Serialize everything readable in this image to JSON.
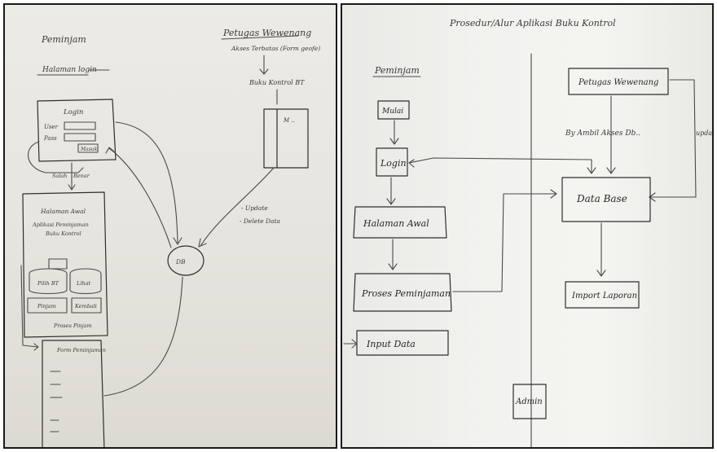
{
  "left_sketch": {
    "peminjam": "Peminjam",
    "halaman_login": "Halaman login",
    "petugas_wewenang": "Petugas Wewenang",
    "akses_terbatas": "Akses Terbatas (Form geofe)",
    "buku_kontrol": "Buku Kontrol BT",
    "login": "Login",
    "user": "User",
    "pass": "Pass",
    "masuk": "Masuk",
    "salah": "Salah",
    "benar": "Benar",
    "halaman_awal": "Halaman Awal",
    "aplikasi_peminjaman": "Aplikasi Peminjaman",
    "buku_kontrol_short": "Buku Kontrol",
    "pilih_bt": "Pilih BT",
    "lihat": "Lihat",
    "pinjam": "Pinjam",
    "kembali": "Kembali",
    "proses_pinjam": "Proses Pinjam",
    "form_peminjaman": "Form Peminjaman",
    "db": "DB",
    "update": "- Update",
    "delete_data": "- Delete Data"
  },
  "right_sketch": {
    "title": "Prosedur/Alur Aplikasi Buku Kontrol",
    "peminjam": "Peminjam",
    "mulai": "Mulai",
    "login": "Login",
    "halaman_awal": "Halaman Awal",
    "proses_peminjaman": "Proses Peminjaman",
    "input_data": "Input Data",
    "petugas_wewenang": "Petugas Wewenang",
    "akses_db": "By Ambil Akses Db..",
    "update_data": "update Data",
    "database": "Data Base",
    "import_laporan": "Import Laporan",
    "admin": "Admin"
  }
}
